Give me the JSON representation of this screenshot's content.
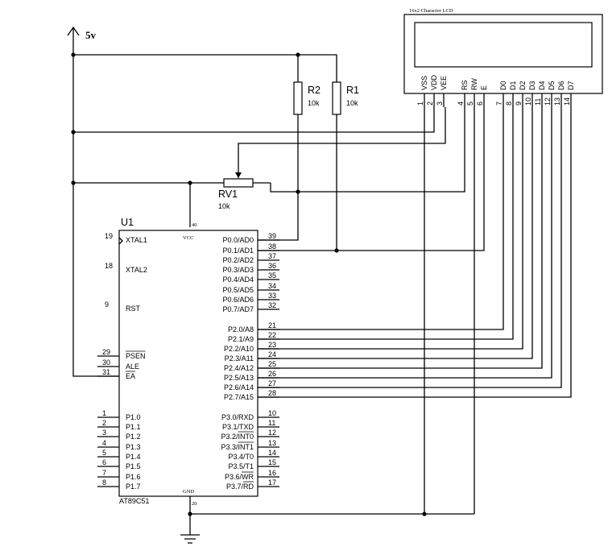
{
  "supply": {
    "label": "5v",
    "color": "#3b3f8f"
  },
  "lcd": {
    "title": "16x2 Character LCD",
    "pins": [
      {
        "name": "VSS",
        "num": "1"
      },
      {
        "name": "VDD",
        "num": "2"
      },
      {
        "name": "VEE",
        "num": "3"
      },
      {
        "name": "RS",
        "num": "4"
      },
      {
        "name": "RW",
        "num": "5"
      },
      {
        "name": "E",
        "num": "6"
      },
      {
        "name": "D0",
        "num": "7"
      },
      {
        "name": "D1",
        "num": "8"
      },
      {
        "name": "D2",
        "num": "9"
      },
      {
        "name": "D3",
        "num": "10"
      },
      {
        "name": "D4",
        "num": "11"
      },
      {
        "name": "D5",
        "num": "12"
      },
      {
        "name": "D6",
        "num": "13"
      },
      {
        "name": "D7",
        "num": "14"
      }
    ]
  },
  "resistors": [
    {
      "ref": "R2",
      "value": "10k"
    },
    {
      "ref": "R1",
      "value": "10k"
    }
  ],
  "pot": {
    "ref": "RV1",
    "value": "10k"
  },
  "mcu": {
    "ref": "U1",
    "part": "AT89C51",
    "vcc_label": "VCC",
    "vcc_pin": "40",
    "gnd_label": "GND",
    "gnd_pin": "20",
    "left_pins": [
      {
        "num": "19",
        "name": "XTAL1"
      },
      {
        "num": "18",
        "name": "XTAL2"
      },
      {
        "num": "9",
        "name": "RST"
      },
      {
        "num": "29",
        "name": "PSEN",
        "over": true
      },
      {
        "num": "30",
        "name": "ALE"
      },
      {
        "num": "31",
        "name": "EA",
        "over": true
      },
      {
        "num": "1",
        "name": "P1.0"
      },
      {
        "num": "2",
        "name": "P1.1"
      },
      {
        "num": "3",
        "name": "P1.2"
      },
      {
        "num": "4",
        "name": "P1.3"
      },
      {
        "num": "5",
        "name": "P1.4"
      },
      {
        "num": "6",
        "name": "P1.5"
      },
      {
        "num": "7",
        "name": "P1.6"
      },
      {
        "num": "8",
        "name": "P1.7"
      }
    ],
    "right_pins": [
      {
        "num": "39",
        "name": "P0.0/AD0"
      },
      {
        "num": "38",
        "name": "P0.1/AD1"
      },
      {
        "num": "37",
        "name": "P0.2/AD2"
      },
      {
        "num": "36",
        "name": "P0.3/AD3"
      },
      {
        "num": "35",
        "name": "P0.4/AD4"
      },
      {
        "num": "34",
        "name": "P0.5/AD5"
      },
      {
        "num": "33",
        "name": "P0.6/AD6"
      },
      {
        "num": "32",
        "name": "P0.7/AD7"
      },
      {
        "num": "21",
        "name": "P2.0/A8"
      },
      {
        "num": "22",
        "name": "P2.1/A9"
      },
      {
        "num": "23",
        "name": "P2.2/A10"
      },
      {
        "num": "24",
        "name": "P2.3/A11"
      },
      {
        "num": "25",
        "name": "P2.4/A12"
      },
      {
        "num": "26",
        "name": "P2.5/A13"
      },
      {
        "num": "27",
        "name": "P2.6/A14"
      },
      {
        "num": "28",
        "name": "P2.7/A15"
      },
      {
        "num": "10",
        "name": "P3.0/RXD"
      },
      {
        "num": "11",
        "name": "P3.1/TXD"
      },
      {
        "num": "12",
        "name": "P3.2/INT0",
        "over_from": 5
      },
      {
        "num": "13",
        "name": "P3.3/INT1",
        "over_from": 5
      },
      {
        "num": "14",
        "name": "P3.4/T0"
      },
      {
        "num": "15",
        "name": "P3.5/T1"
      },
      {
        "num": "16",
        "name": "P3.6/WR",
        "over_from": 5
      },
      {
        "num": "17",
        "name": "P3.7/RD",
        "over_from": 5
      }
    ]
  }
}
